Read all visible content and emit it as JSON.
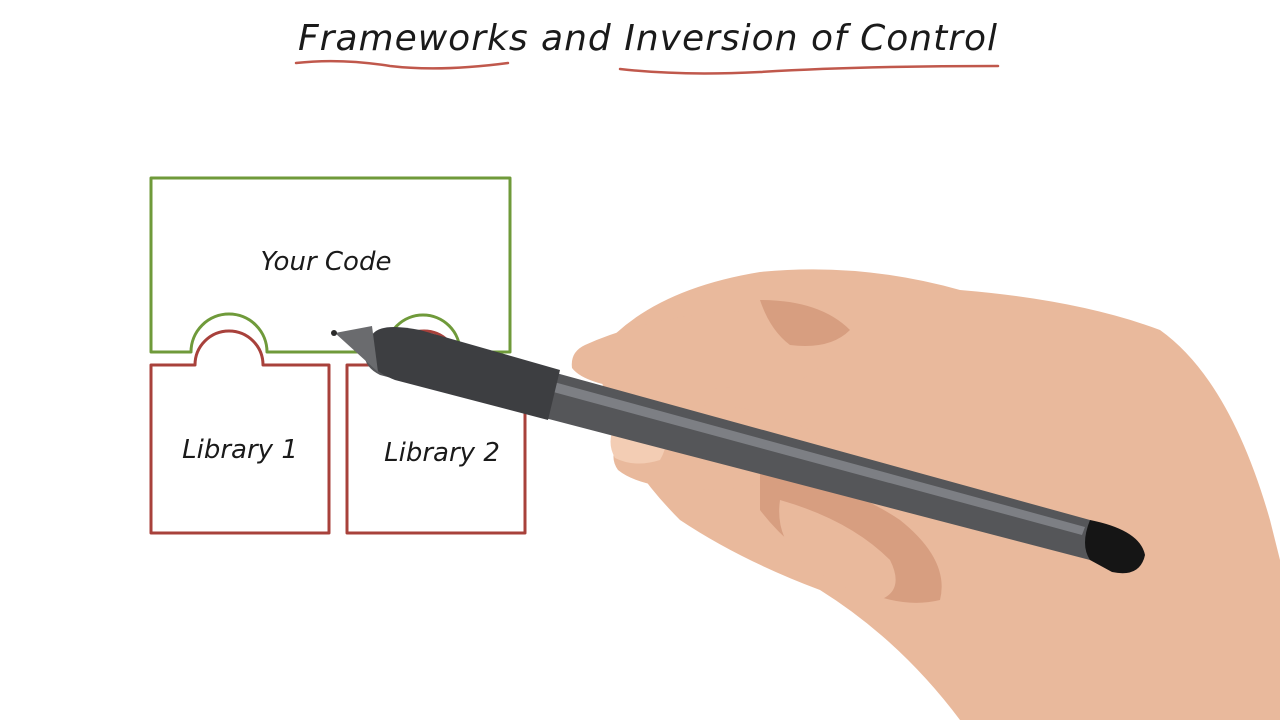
{
  "title": {
    "text": "Frameworks and Inversion of Control"
  },
  "boxes": {
    "your_code": "Your Code",
    "library_1": "Library 1",
    "library_2": "Library 2"
  },
  "colors": {
    "your_code_stroke": "#6f9a3a",
    "library_stroke": "#a8413b",
    "underline": "#c0584c",
    "text": "#1a1a1a",
    "pen_body": "#555659",
    "pen_tip": "#151515"
  }
}
